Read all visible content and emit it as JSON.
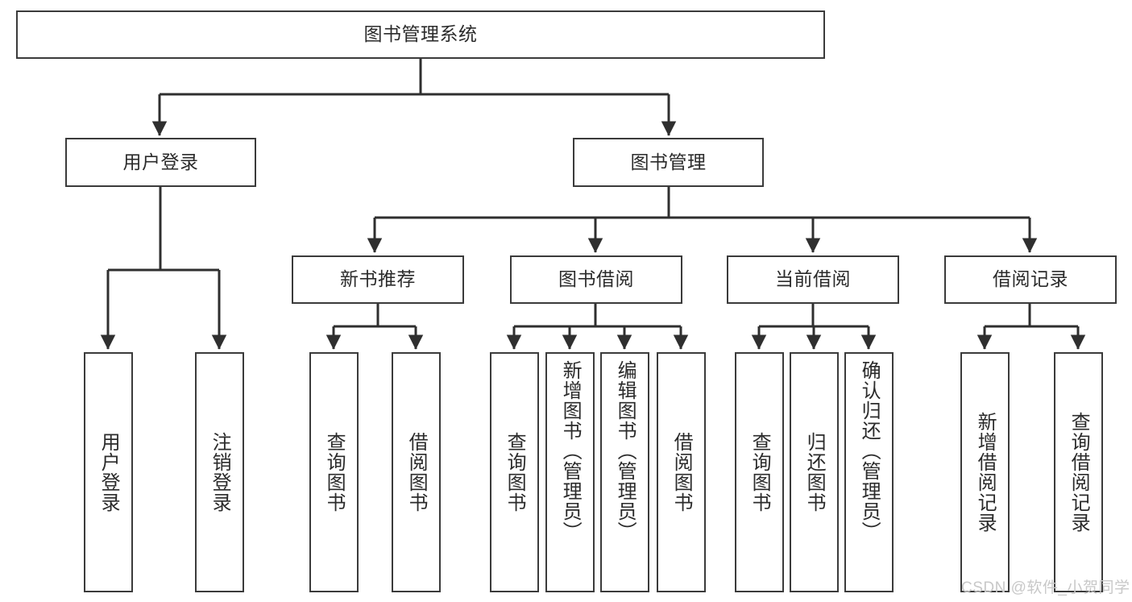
{
  "diagram": {
    "type": "tree-hierarchy",
    "title": "图书管理系统",
    "orientation": "top-down",
    "colors": {
      "node_border": "#3b3b3b",
      "node_fill": "#ffffff",
      "connector": "#2f2f2f",
      "text": "#2b2b2b",
      "watermark": "#c8c8c8"
    },
    "root": {
      "label": "图书管理系统"
    },
    "level1": [
      {
        "label": "用户登录"
      },
      {
        "label": "图书管理"
      }
    ],
    "level2": [
      {
        "label": "新书推荐"
      },
      {
        "label": "图书借阅"
      },
      {
        "label": "当前借阅"
      },
      {
        "label": "借阅记录"
      }
    ],
    "leaves": {
      "user_login": [
        {
          "label": "用户登录"
        },
        {
          "label": "注销登录"
        }
      ],
      "new_book_recommend": [
        {
          "label": "查询图书"
        },
        {
          "label": "借阅图书"
        }
      ],
      "book_borrow": [
        {
          "label": "查询图书"
        },
        {
          "label": "新增图书（管理员）"
        },
        {
          "label": "编辑图书（管理员）"
        },
        {
          "label": "借阅图书"
        }
      ],
      "current_borrow": [
        {
          "label": "查询图书"
        },
        {
          "label": "归还图书"
        },
        {
          "label": "确认归还（管理员）"
        }
      ],
      "borrow_records": [
        {
          "label": "新增借阅记录"
        },
        {
          "label": "查询借阅记录"
        }
      ]
    }
  },
  "watermark": {
    "text": "CSDN @软件_小贺同学"
  }
}
